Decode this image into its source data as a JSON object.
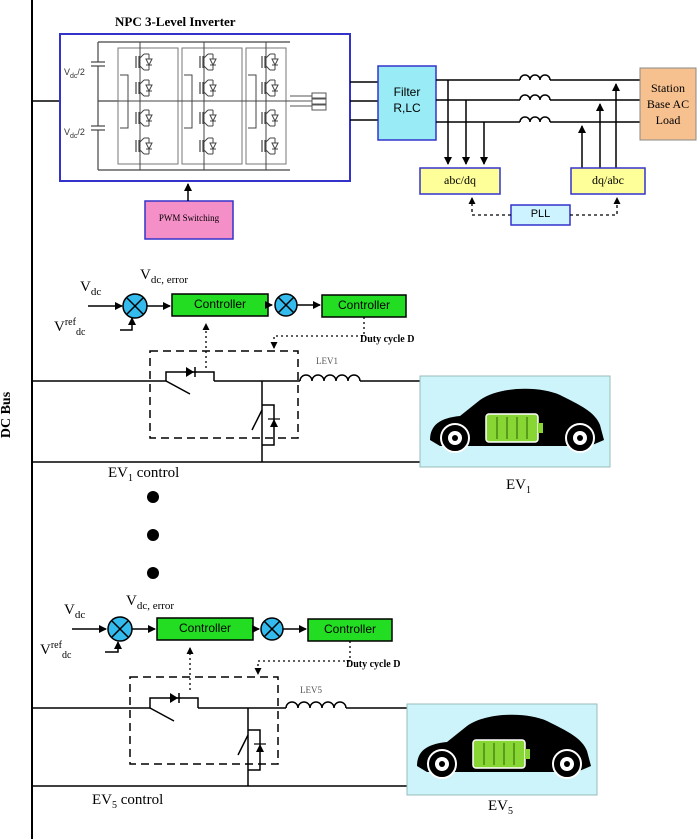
{
  "dc_bus_label": "DC Bus",
  "inverter": {
    "title": "NPC 3-Level Inverter",
    "vdc_half_top": "V",
    "vdc_half_top_sub": "dc",
    "vdc_half_top_suffix": "/2",
    "vdc_half_bottom": "V",
    "vdc_half_bottom_sub": "dc",
    "vdc_half_bottom_suffix": "/2"
  },
  "pwm_label": "PWM Switching",
  "filter_label": [
    "Filter",
    "R,LC"
  ],
  "load_label": [
    "Station",
    "Base AC",
    "Load"
  ],
  "abc_dq_label": "abc/dq",
  "dq_abc_label": "dq/abc",
  "pll_label": "PLL",
  "ev_sections": [
    {
      "vdc": "V",
      "vdc_sub": "dc",
      "vref": "V",
      "vref_sup": "ref",
      "vref_sub": "dc",
      "error": "V",
      "error_sub": "dc,  error",
      "controller1": "Controller",
      "controller2": "Controller",
      "duty": "Duty cycle D",
      "inductor": "LEV1",
      "control_label": "EV",
      "control_sub": "1",
      "control_suffix": " control",
      "ev_label": "EV",
      "ev_sub": "1"
    },
    {
      "vdc": "V",
      "vdc_sub": "dc",
      "vref": "V",
      "vref_sup": "ref",
      "vref_sub": "dc",
      "error": "V",
      "error_sub": "dc,  error",
      "controller1": "Controller",
      "controller2": "Controller",
      "duty": "Duty cycle D",
      "inductor": "LEV5",
      "control_label": "EV",
      "control_sub": "5",
      "control_suffix": " control",
      "ev_label": "EV",
      "ev_sub": "5"
    }
  ],
  "colors": {
    "inverter_border": "#3333cc",
    "pwm_fill": "#f58fc8",
    "filter_fill": "#99ecf5",
    "load_fill": "#f7c08f",
    "transform_fill": "#ffff99",
    "pll_fill": "#ccf3ff",
    "controller_fill": "#22dd22",
    "summer_fill": "#33bbee",
    "ev_panel_fill": "#cdf4fa",
    "battery_fill": "#88d633"
  }
}
